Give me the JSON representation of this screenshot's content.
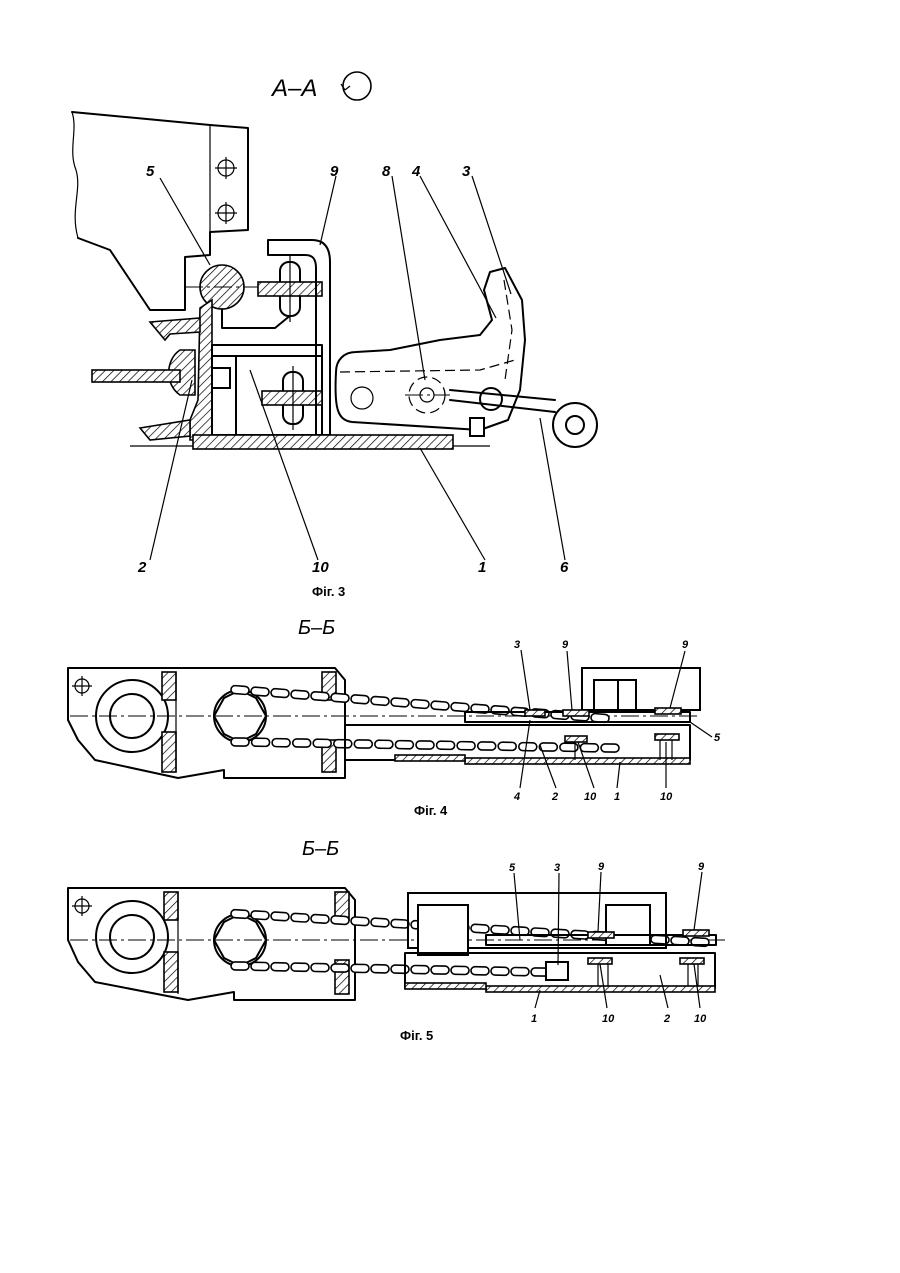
{
  "figures": [
    {
      "id": "fig3",
      "section": "А–А",
      "caption": "Фіг. 3",
      "labels": [
        "5",
        "9",
        "8",
        "4",
        "3",
        "2",
        "10",
        "1",
        "6"
      ]
    },
    {
      "id": "fig4",
      "section": "Б–Б",
      "caption": "Фіг. 4",
      "labels": [
        "3",
        "9",
        "9",
        "5",
        "4",
        "2",
        "10",
        "1",
        "10"
      ]
    },
    {
      "id": "fig5",
      "section": "Б–Б",
      "caption": "Фіг. 5",
      "labels": [
        "5",
        "3",
        "9",
        "9",
        "1",
        "10",
        "2",
        "10"
      ]
    }
  ]
}
